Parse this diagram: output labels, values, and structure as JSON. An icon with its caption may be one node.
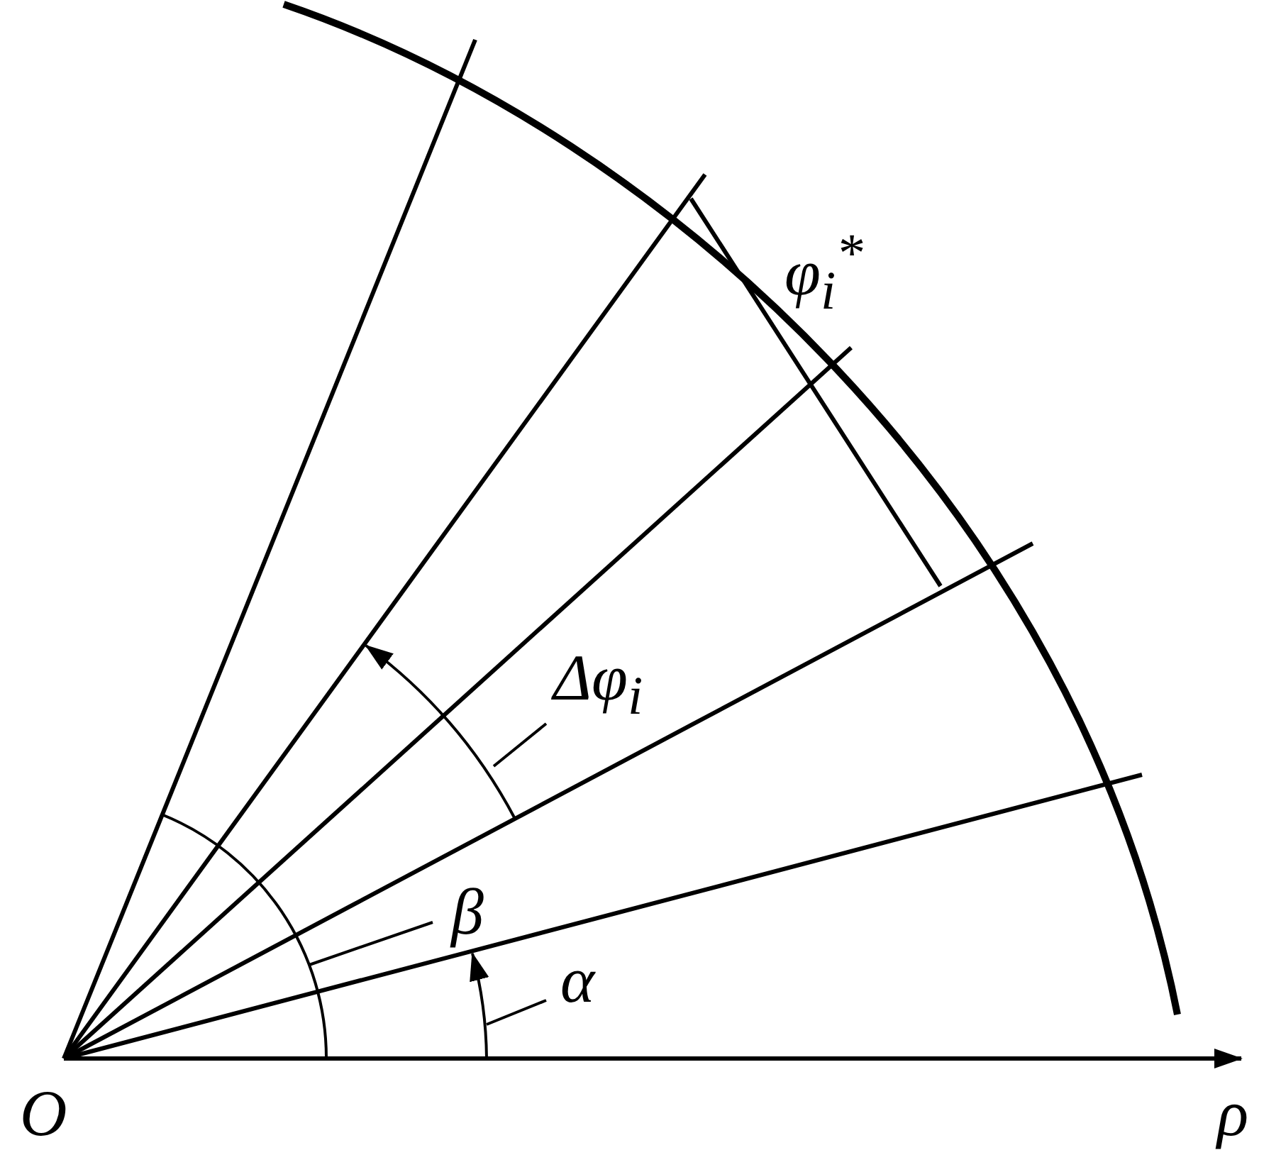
{
  "diagram": {
    "nodes": [
      {
        "text": [
          "φ$_{i}$$^{*}$"
        ]
      },
      {
        "text": [
          "Δφ$_{i}$"
        ]
      },
      {
        "text": [
          "β"
        ]
      },
      {
        "text": [
          "α"
        ]
      }
    ],
    "edges": [
      {
        "from": 1,
        "to": null,
        "arrow": "none"
      },
      {
        "from": 2,
        "to": null,
        "arrow": "none"
      },
      {
        "from": 3,
        "to": null,
        "arrow": "none"
      }
    ],
    "labels": [
      "O",
      "ρ"
    ]
  }
}
